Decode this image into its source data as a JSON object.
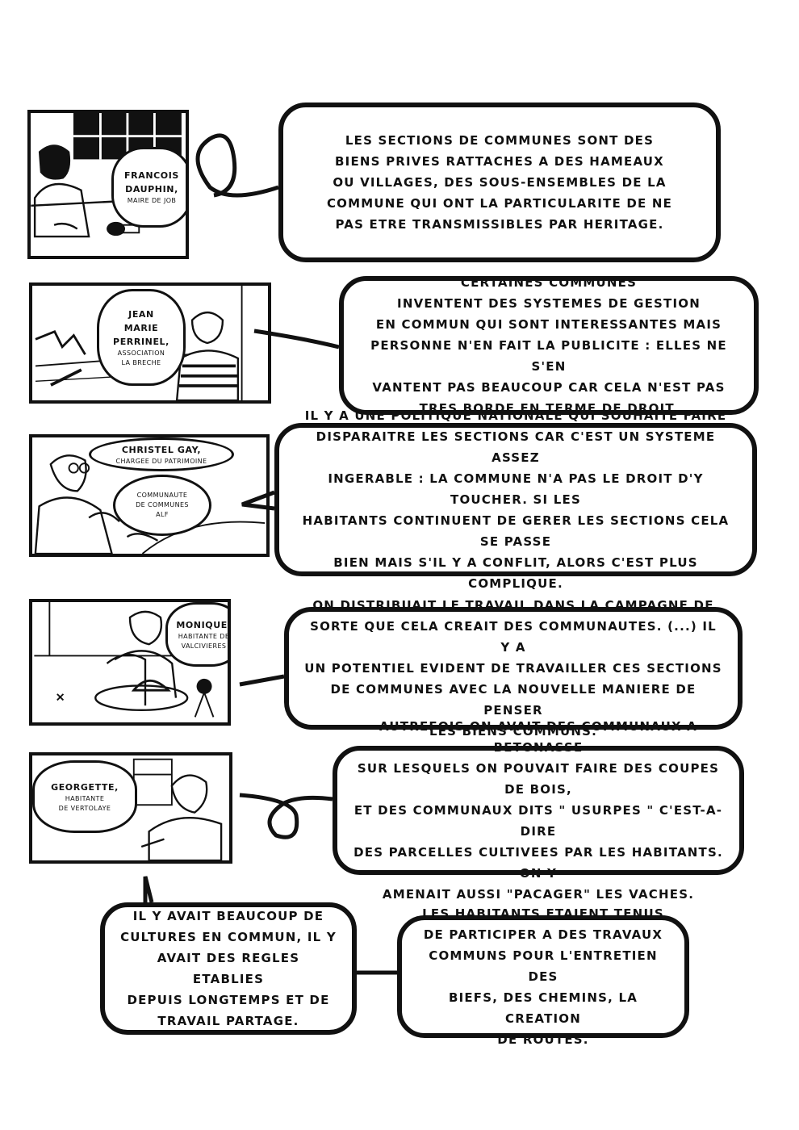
{
  "panels": [
    {
      "caption_name": "Francois\nDauphin,",
      "caption_role": "Maire de Job",
      "speech": "Les sections de communes sont des\nbiens prives rattaches a des hameaux\nou villages, des sous-ensembles de la\ncommune qui ont la particularite de ne\npas etre transmissibles par heritage."
    },
    {
      "caption_name": "Jean\nMarie\nPerrinel,",
      "caption_role": "Association\nLa Breche",
      "speech": "Certaines communes\ninventent des systemes de gestion\nen commun qui sont interessantes mais\npersonne n'en fait la publicite : elles ne s'en\nvantent pas beaucoup car cela n'est pas\ntres borde en terme de droit."
    },
    {
      "caption_name": "Christel Gay,",
      "caption_role": "chargee du patrimoine",
      "caption2_role": "Communaute\nde communes\nALF",
      "speech": "Il y a une politique nationale qui souhaite faire\ndisparaitre les sections car c'est un systeme assez\ningerable : la commune n'a pas le droit d'y toucher. Si les\nhabitants continuent de gerer les sections cela se passe\nbien mais s'il y a conflit, alors c'est plus complique."
    },
    {
      "caption_name": "Monique,",
      "caption_role": "habitante de\nValcivieres",
      "speech": "On distribuait le travail dans la campagne de\nsorte que cela creait des communautes. (...) Il y a\nun potentiel evident de travailler ces sections\nde communes avec la nouvelle maniere de penser\nles biens communs."
    },
    {
      "caption_name": "Georgette,",
      "caption_role": "habitante\nde Vertolaye",
      "speech": "Autrefois on avait des communaux a Betonasse\nsur lesquels on pouvait faire des coupes de bois,\net des communaux dits \" usurpes \" c'est-a-dire\ndes parcelles cultivees par les habitants. On y\namenait aussi \"pacager\" les vaches."
    }
  ],
  "final_bubbles": [
    {
      "text": "Il y avait beaucoup de\ncultures en commun, il y\navait des regles etablies\ndepuis longtemps et de\ntravail partage."
    },
    {
      "text": "Les habitants etaient tenus\nde participer a des travaux\ncommuns pour l'entretien des\nbiefs, des chemins, la creation\nde routes."
    }
  ]
}
